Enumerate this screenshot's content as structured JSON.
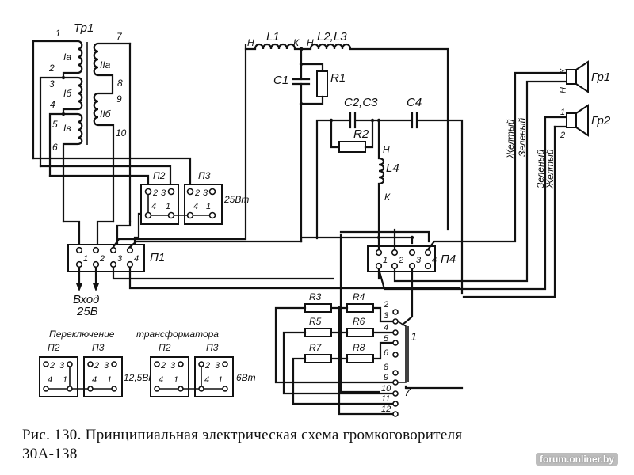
{
  "figure": {
    "caption_line1": "Рис. 130. Принципиальная электрическая схема громкоговорителя",
    "caption_line2": "30А-138",
    "watermark": "forum.onliner.by"
  },
  "transformer": {
    "name": "Тр1",
    "primary_windings": [
      "Iа",
      "Iб",
      "Iв"
    ],
    "secondary_windings": [
      "IIа",
      "IIб"
    ],
    "pins": [
      "1",
      "2",
      "3",
      "4",
      "5",
      "6",
      "7",
      "8",
      "9",
      "10"
    ]
  },
  "filter": {
    "L1": "L1",
    "L23": "L2,L3",
    "C1": "C1",
    "R1": "R1",
    "C23": "C2,C3",
    "R2": "R2",
    "C4": "C4",
    "L4": "L4",
    "start_mark": "Н",
    "end_mark": "К"
  },
  "switches": {
    "P1": {
      "name": "П1",
      "contacts": [
        "1",
        "2",
        "3",
        "4"
      ]
    },
    "P2": {
      "name": "П2",
      "contacts": [
        "2",
        "3",
        "4",
        "1"
      ]
    },
    "P3": {
      "name": "П3",
      "contacts": [
        "2",
        "3",
        "4",
        "1"
      ]
    },
    "P4": {
      "name": "П4",
      "contacts": [
        "1",
        "2",
        "3",
        "4"
      ]
    },
    "power_label_main": "25Вт"
  },
  "input": {
    "label": "Вход",
    "voltage": "25В"
  },
  "speakers": [
    {
      "name": "Гр1",
      "pin_a": "К",
      "pin_b": "Н",
      "wire_a": "Желтый",
      "wire_b": "Зеленый"
    },
    {
      "name": "Гр2",
      "pin_a": "1",
      "pin_b": "2",
      "wire_a": "Зеленый",
      "wire_b": "Желтый"
    }
  ],
  "attenuator": {
    "resistors": [
      "R3",
      "R4",
      "R5",
      "R6",
      "R7",
      "R8"
    ],
    "positions": [
      "2",
      "3",
      "4",
      "5",
      "6",
      "8",
      "9",
      "10",
      "11",
      "12"
    ],
    "wiper_labels": [
      "1",
      "7"
    ]
  },
  "transformer_switching": {
    "title_left": "Переключение",
    "title_right": "трансформатора",
    "variants": [
      {
        "p2": "П2",
        "p3": "П3",
        "power": "12,5Вт"
      },
      {
        "p2": "П2",
        "p3": "П3",
        "power": "6Вт"
      }
    ]
  }
}
